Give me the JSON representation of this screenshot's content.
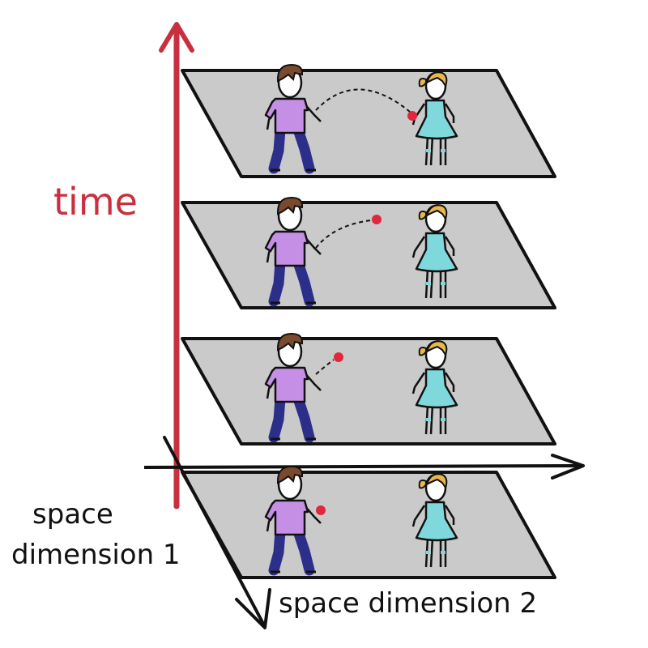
{
  "labels": {
    "time_axis": "time",
    "space_dimension_1": [
      "space",
      "dimension 1"
    ],
    "space_dimension_2": "space dimension 2"
  },
  "colors": {
    "time_axis": "#c8303f",
    "plane_fill": "#cacaca",
    "plane_stroke": "#111111",
    "boy_shirt": "#c68fe6",
    "boy_pants": "#2b2f8a",
    "boy_hair": "#7a4a2c",
    "girl_dress": "#7ed8dc",
    "girl_hair": "#e8b84a",
    "ball": "#e0283c"
  },
  "icons": [
    "boy-figure",
    "girl-figure",
    "ball",
    "ball-trajectory"
  ],
  "frames": [
    {
      "time_step": 1,
      "ball_stage": "held by boy"
    },
    {
      "time_step": 2,
      "ball_stage": "just thrown"
    },
    {
      "time_step": 3,
      "ball_stage": "mid-flight"
    },
    {
      "time_step": 4,
      "ball_stage": "reaching girl"
    }
  ]
}
